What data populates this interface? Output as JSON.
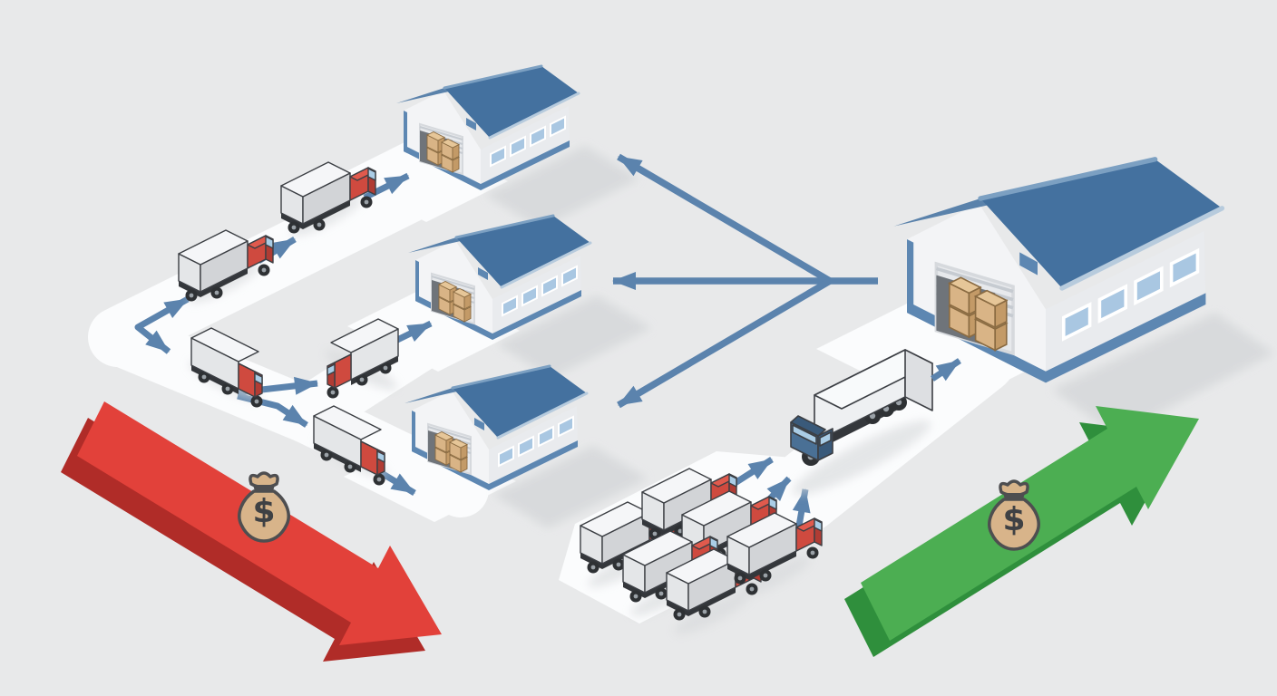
{
  "scene": {
    "kind": "isometric-logistics-illustration",
    "left_concept": "many-small-truck-deliveries-to-three-warehouses",
    "right_concept": "consolidated-single-truck-delivery-to-large-warehouse"
  },
  "labels": {
    "left_money_symbol": "$",
    "right_money_symbol": "$"
  },
  "counts": {
    "small_warehouses": 3,
    "large_warehouses": 1,
    "left_route_trucks": 5,
    "staging_trucks": 6,
    "large_trucks": 1,
    "money_bags": 2,
    "fan_arrows": 3
  },
  "palette": {
    "bg": "#e8e9ea",
    "path": "#fbfcfd",
    "shadow": "#d6d8da",
    "roofL": "#5a82ab",
    "roofR": "#44719f",
    "ridge": "#7ca0c2",
    "fascia": "#b7cbdd",
    "wall": "#f3f4f6",
    "wallSide": "#e9ebee",
    "trim": "#5d87b2",
    "windowFill": "#a9c7e2",
    "windowFrame": "#ffffff",
    "doorFill": "#e7e9ec",
    "doorStripe": "#c6cbd1",
    "doorOpen": "#6f747a",
    "crate": "#d9b486",
    "crateDark": "#c39a67",
    "crateTop": "#e6c698",
    "crateLine": "#8a6b42",
    "boxFace": "#e4e6e8",
    "boxTop": "#f5f6f8",
    "boxSide": "#d2d4d7",
    "chassis": "#34373b",
    "cabRed": "#cf4a3f",
    "cabRedLight": "#e05a4d",
    "cabRedDark": "#b03c34",
    "glass": "#aacde6",
    "wheel": "#2e3134",
    "hub": "#9aa1a7",
    "cabBlue": "#4a7095",
    "cabBlueDark": "#3a5a7a",
    "trailerSide": "#eef0f2",
    "trailerTop": "#f8fafb",
    "trailerEnd": "#dddfe2",
    "arrow": "#5b83ad",
    "redTop": "#e2413a",
    "redSide": "#b02c28",
    "greenTop": "#4cae52",
    "greenSide": "#2f8f3c",
    "bagFill": "#d8b48a",
    "bagOutline": "#4e4e50",
    "dollar": "#3f4144",
    "outline": "#3c3f44"
  }
}
